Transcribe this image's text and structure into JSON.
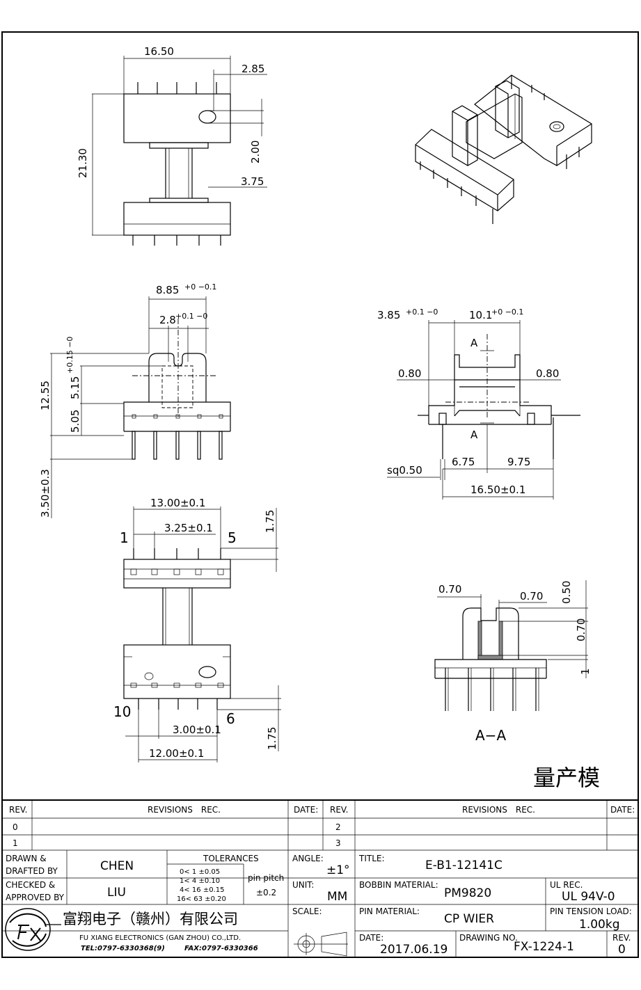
{
  "dims": {
    "top_width": "16.50",
    "top_offset": "2.85",
    "top_height": "21.30",
    "top_hole": "2.00",
    "top_slot": "3.75",
    "side_width": "8.85",
    "side_width_tol": "+0 −0.1",
    "side_inner": "2.8",
    "side_inner_tol": "+0.1 −0",
    "side_height": "12.55",
    "side_upper": "5.15",
    "side_upper_tol": "+0.15 −0",
    "side_lower": "5.05",
    "pin_length": "3.50±0.3",
    "front_left": "3.85",
    "front_left_tol": "+0.1 −0",
    "front_right": "10.1",
    "front_right_tol": "+0 −0.1",
    "wall_left": "0.80",
    "wall_right": "0.80",
    "pin_sq": "sq0.50",
    "pin_left_dist": "6.75",
    "pin_right_dist": "9.75",
    "front_total": "16.50±0.1",
    "section_marker": "A",
    "bottom_top_row": "13.00±0.1",
    "bottom_top_pitch": "3.25±0.1",
    "bottom_top_edge": "1.75",
    "pin_1": "1",
    "pin_5": "5",
    "pin_10": "10",
    "pin_6": "6",
    "bottom_bot_pitch": "3.00±0.1",
    "bottom_bot_row": "12.00±0.1",
    "bottom_bot_edge": "1.75",
    "section_left": "0.70",
    "section_right": "0.70",
    "section_top": "0.50",
    "section_mid": "0.70",
    "section_one": "1",
    "section_label": "A−A",
    "mass_mark": "量产模"
  },
  "title_block": {
    "rev_label": "REV.",
    "revisions_label": "REVISIONS　REC.",
    "date_label": "DATE:",
    "rev_rows_left": [
      "0",
      "1"
    ],
    "rev_rows_right": [
      "2",
      "3"
    ],
    "drawn_label_1": "DRAWN &",
    "drawn_label_2": "DRAFTED BY",
    "drawn_by": "CHEN",
    "checked_label_1": "CHECKED &",
    "checked_label_2": "APPROVED BY",
    "approved_by": "LIU",
    "tolerances_label": "TOLERANCES",
    "tolerance_rows": [
      "0<   1    ±0.05",
      "1<   4    ±0.10",
      "4<   16  ±0.15",
      "16<  63  ±0.20"
    ],
    "pin_pitch_label": "pin pitch",
    "pin_pitch_value": "±0.2",
    "angle_label": "ANGLE:",
    "angle_value": "±1°",
    "unit_label": "UNIT:",
    "unit_value": "MM",
    "scale_label": "SCALE:",
    "title_label": "TITLE:",
    "title_value": "E-B1-12141C",
    "bobbin_label": "BOBBIN MATERIAL:",
    "bobbin_value": "PM9820",
    "ul_label": "UL REC.",
    "ul_value": "UL 94V-0",
    "pin_material_label": "PIN MATERIAL:",
    "pin_material_value": "CP WIER",
    "tension_label": "PIN TENSION LOAD:",
    "tension_value": "1.00kg",
    "date_value": "2017.06.19",
    "drawing_no_label": "DRAWING NO.",
    "drawing_no_value": "FX-1224-1",
    "rev_value": "0",
    "company_cn": "富翔电子（赣州）有限公司",
    "company_en": "FU XIANG ELECTRONICS (GAN ZHOU) CO.,LTD.",
    "tel": "TEL:0797-6330368(9)",
    "fax": "FAX:0797-6330366"
  }
}
